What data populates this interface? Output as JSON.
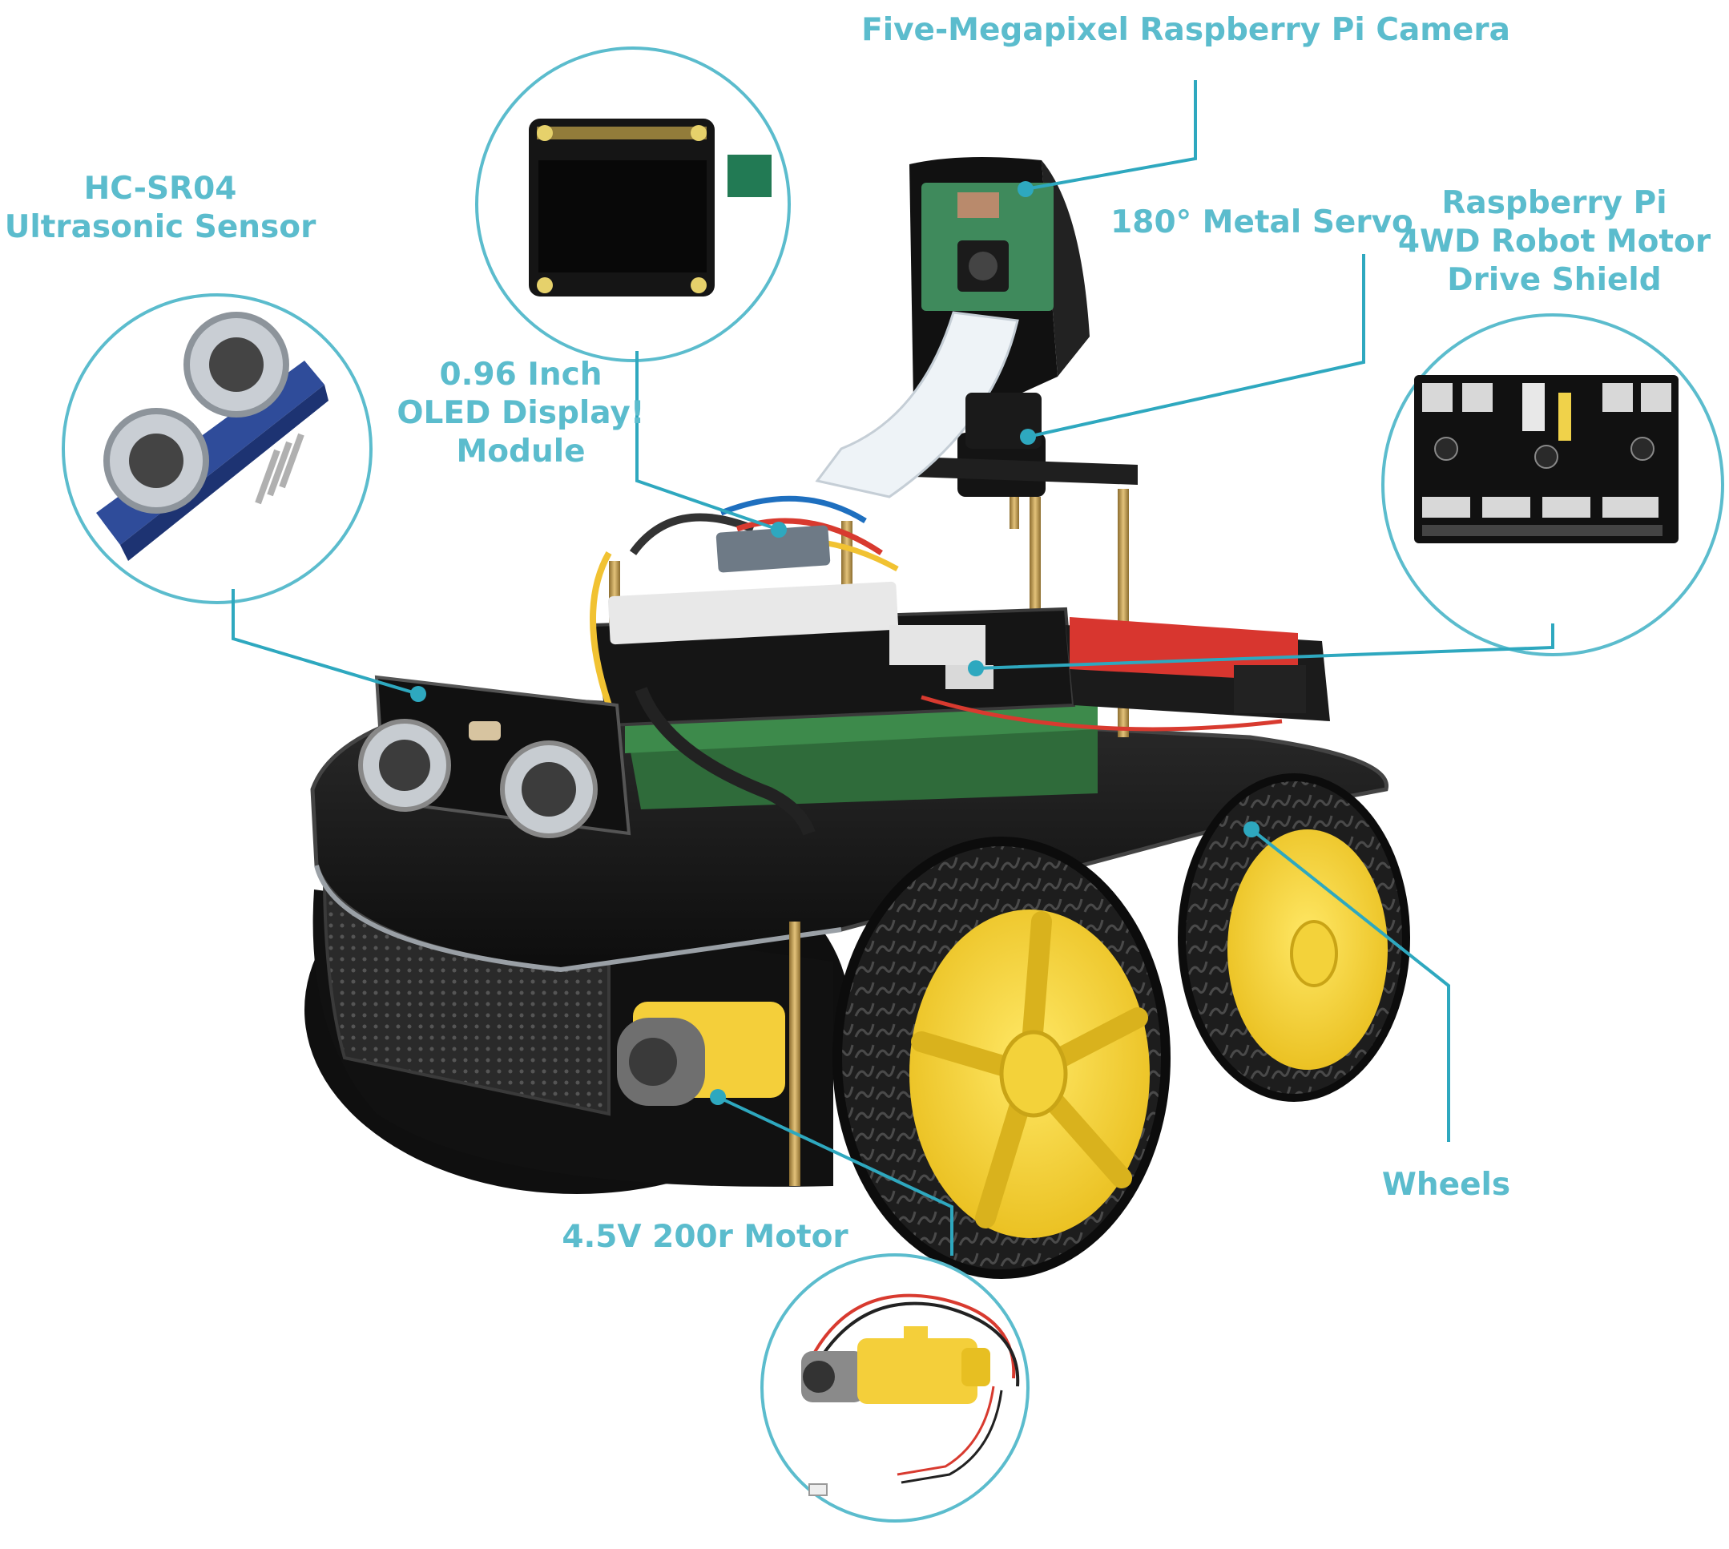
{
  "callouts": {
    "camera": {
      "lines": [
        "Five-Megapixel Raspberry Pi Camera"
      ]
    },
    "ultrasonic": {
      "lines": [
        "HC-SR04",
        "Ultrasonic Sensor"
      ]
    },
    "servo": {
      "lines": [
        "180° Metal Servo"
      ]
    },
    "shield": {
      "lines": [
        "Raspberry Pi",
        "4WD Robot Motor",
        "Drive Shield"
      ]
    },
    "oled": {
      "lines": [
        "0.96 Inch",
        "OLED Display!",
        "Module"
      ]
    },
    "motor": {
      "lines": [
        "4.5V 200r Motor"
      ]
    },
    "wheels": {
      "lines": [
        "Wheels"
      ]
    }
  },
  "colors": {
    "accent": "#5bbccd",
    "chassis": "#1c1c1c",
    "wheel_hub": "#f6d83a",
    "tire": "#202020",
    "pcb": "#1a1a1a",
    "camera_pcb": "#3f8a5c",
    "battery": "#d8362f",
    "brass": "#c9a35a"
  },
  "icons": [
    "ultrasonic-sensor-icon",
    "oled-module-icon",
    "drive-shield-icon",
    "gear-motor-icon",
    "robot-car-illustration"
  ]
}
